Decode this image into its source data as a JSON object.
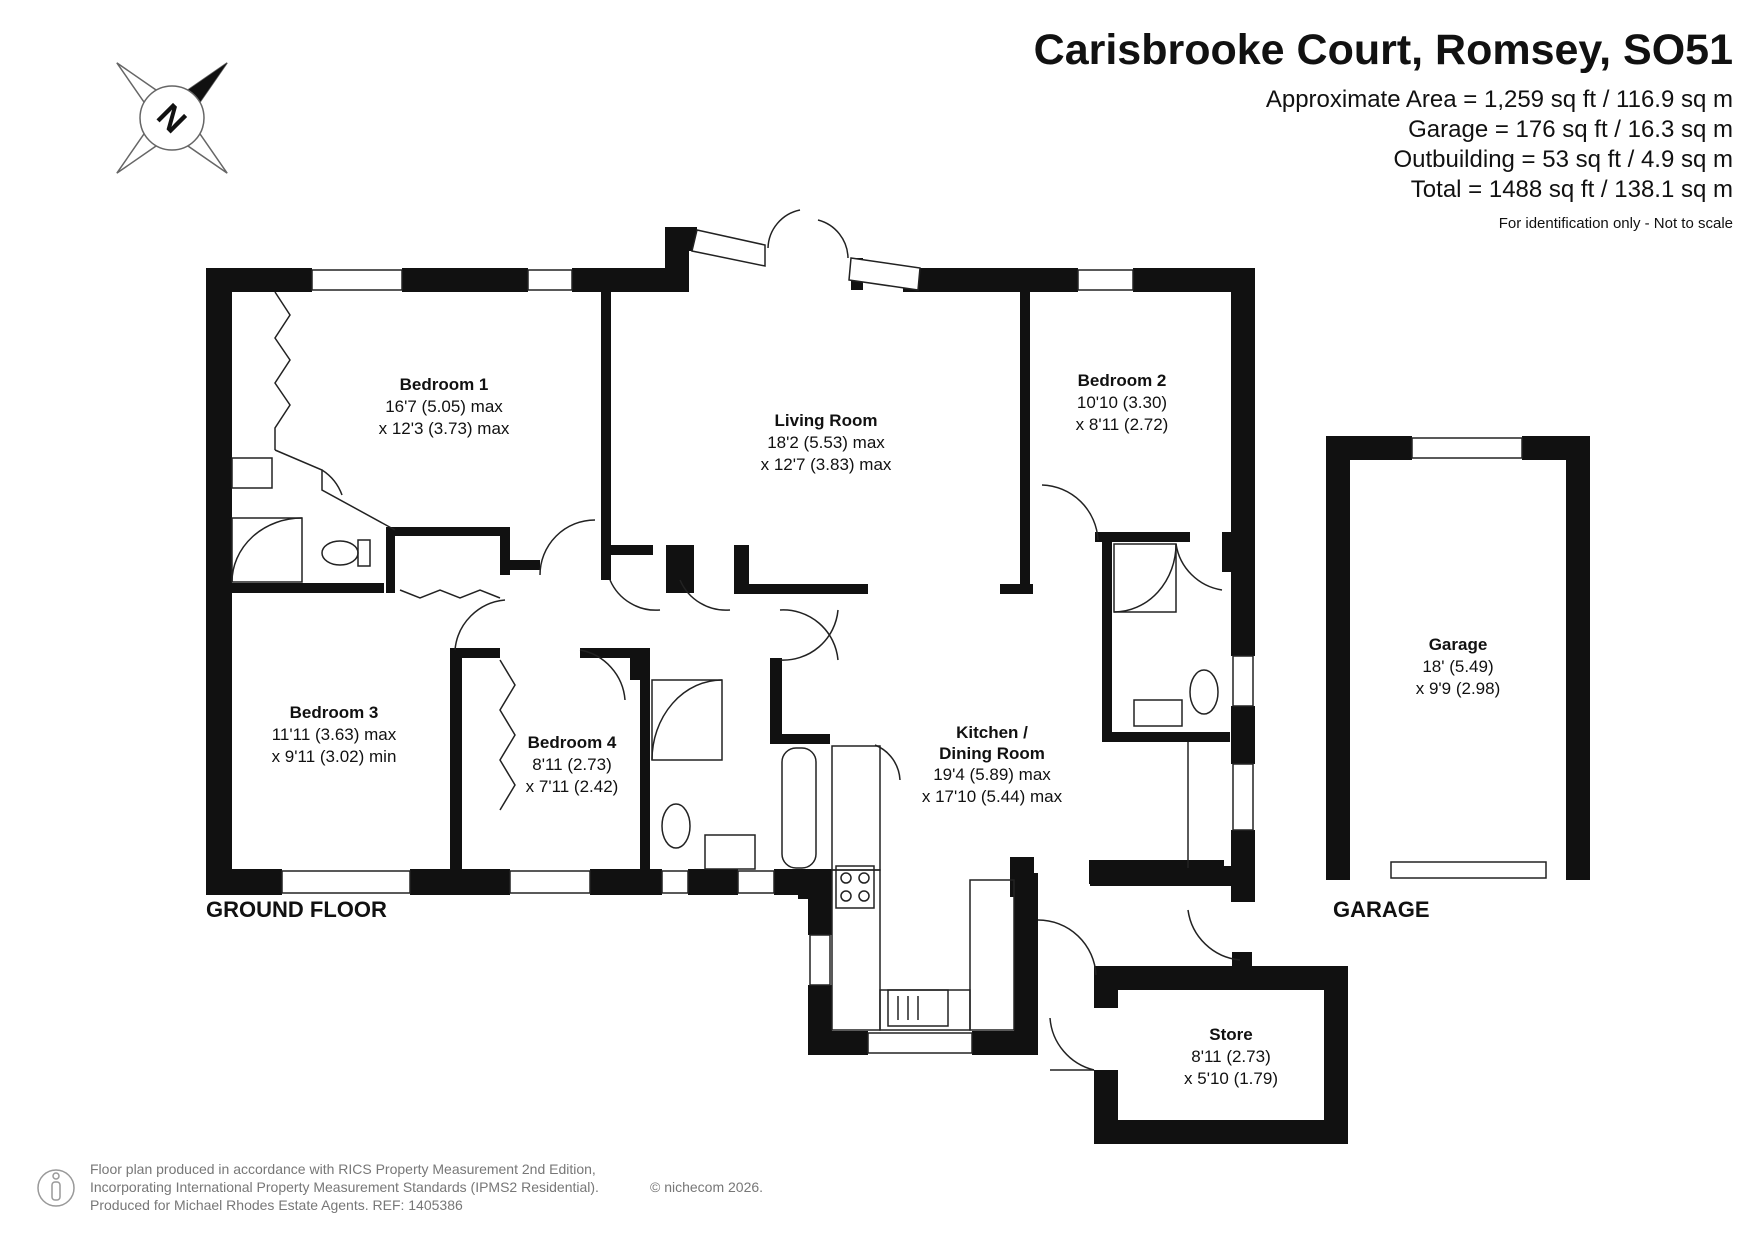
{
  "header": {
    "title": "Carisbrooke Court, Romsey, SO51",
    "areas": [
      "Approximate Area = 1,259 sq ft / 116.9 sq m",
      "Garage  = 176 sq ft / 16.3 sq m",
      "Outbuilding = 53 sq ft / 4.9 sq m",
      "Total = 1488 sq ft / 138.1 sq m"
    ],
    "disclaimer": "For identification only - Not to scale"
  },
  "compass": {
    "letter": "N",
    "icon": "north-arrow-icon"
  },
  "rooms": {
    "bedroom1": {
      "name": "Bedroom 1",
      "dim1": "16'7 (5.05) max",
      "dim2": "x 12'3 (3.73) max"
    },
    "living": {
      "name": "Living Room",
      "dim1": "18'2 (5.53) max",
      "dim2": "x 12'7 (3.83) max"
    },
    "bedroom2": {
      "name": "Bedroom 2",
      "dim1": "10'10 (3.30)",
      "dim2": "x 8'11 (2.72)"
    },
    "bedroom3": {
      "name": "Bedroom 3",
      "dim1": "11'11 (3.63) max",
      "dim2": "x 9'11 (3.02) min"
    },
    "bedroom4": {
      "name": "Bedroom 4",
      "dim1": "8'11 (2.73)",
      "dim2": "x 7'11 (2.42)"
    },
    "kitchen": {
      "name1": "Kitchen /",
      "name2": "Dining Room",
      "dim1": "19'4 (5.89) max",
      "dim2": "x 17'10 (5.44) max"
    },
    "garage": {
      "name": "Garage",
      "dim1": "18' (5.49)",
      "dim2": "x 9'9 (2.98)"
    },
    "store": {
      "name": "Store",
      "dim1": "8'11 (2.73)",
      "dim2": "x 5'10 (1.79)"
    }
  },
  "floor_labels": {
    "ground": "GROUND FLOOR",
    "garage": "GARAGE"
  },
  "footer": {
    "line1": "Floor plan produced in accordance with RICS Property Measurement 2nd Edition,",
    "line2": "Incorporating International Property Measurement Standards (IPMS2 Residential).",
    "line3": "Produced for Michael Rhodes Estate Agents.   REF: 1405386",
    "copyright": "© nichecom 2026.",
    "icon": "person-icon"
  },
  "colors": {
    "wall": "#111111",
    "line": "#222222",
    "footer_text": "#777777"
  }
}
